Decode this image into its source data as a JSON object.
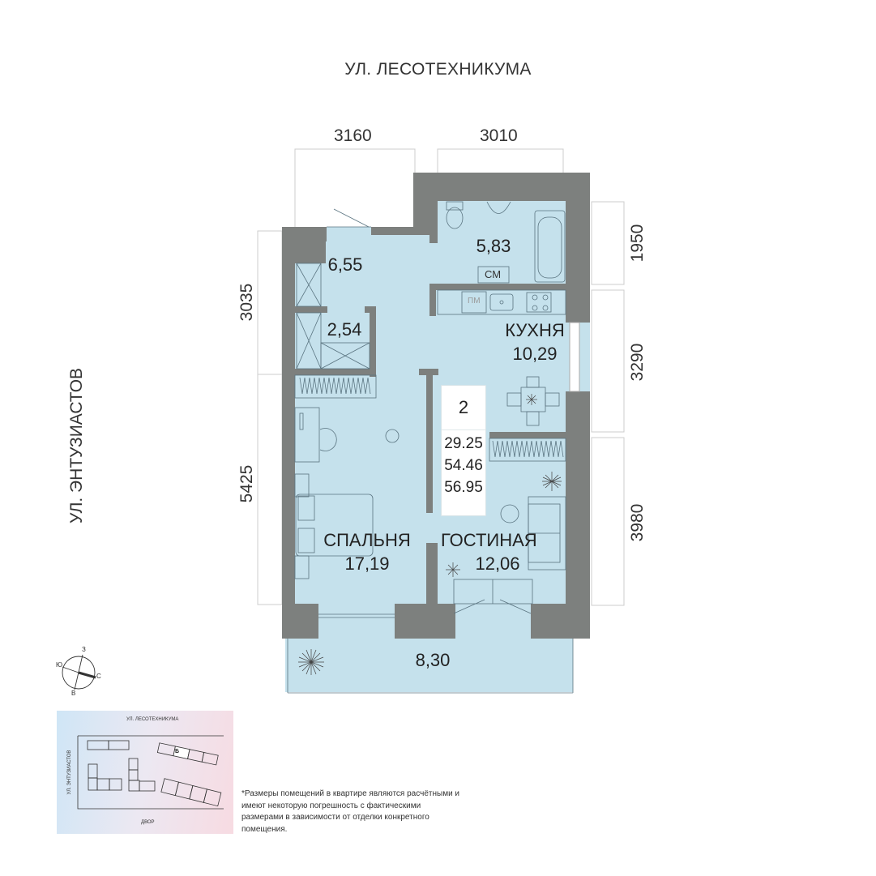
{
  "streets": {
    "top": "УЛ. ЛЕСОТЕХНИКУМА",
    "left": "УЛ. ЭНТУЗИАСТОВ"
  },
  "dimensions": {
    "top": [
      "3160",
      "3010"
    ],
    "left": [
      "3035",
      "5425"
    ],
    "right": [
      "1950",
      "3290",
      "3980"
    ]
  },
  "rooms": [
    {
      "id": "hall",
      "name": "",
      "area": "6,55"
    },
    {
      "id": "closet",
      "name": "",
      "area": "2,54"
    },
    {
      "id": "bathroom",
      "name": "",
      "area": "5,83"
    },
    {
      "id": "kitchen",
      "name": "КУХНЯ",
      "area": "10,29"
    },
    {
      "id": "bedroom",
      "name": "СПАЛЬНЯ",
      "area": "17,19"
    },
    {
      "id": "living",
      "name": "ГОСТИНАЯ",
      "area": "12,06"
    },
    {
      "id": "balcony",
      "name": "",
      "area": "8,30"
    }
  ],
  "appliances": {
    "washing_machine": "СМ",
    "dishwasher": "ПМ"
  },
  "summary": {
    "rooms_count": "2",
    "living_area": "29.25",
    "total_area": "54.46",
    "total_area_with_balcony": "56.95"
  },
  "compass": {
    "north": "С",
    "south": "Ю",
    "east": "В",
    "west": "З"
  },
  "minimap": {
    "street_top": "УЛ. ЛЕСОТЕХНИКУМА",
    "street_left": "УЛ. ЭНТУЗИАСТОВ",
    "bottom": "ДВОР",
    "section_label": "Б"
  },
  "footnote": "*Размеры помещений в квартире являются расчётными и имеют некоторую погрешность с фактическими размерами в зависимости от отделки конкретного помещения.",
  "colors": {
    "wall": "#7d807e",
    "room_fill": "#c5e1ec",
    "dimension_line": "#cccccc",
    "text": "#2a2a2a"
  }
}
